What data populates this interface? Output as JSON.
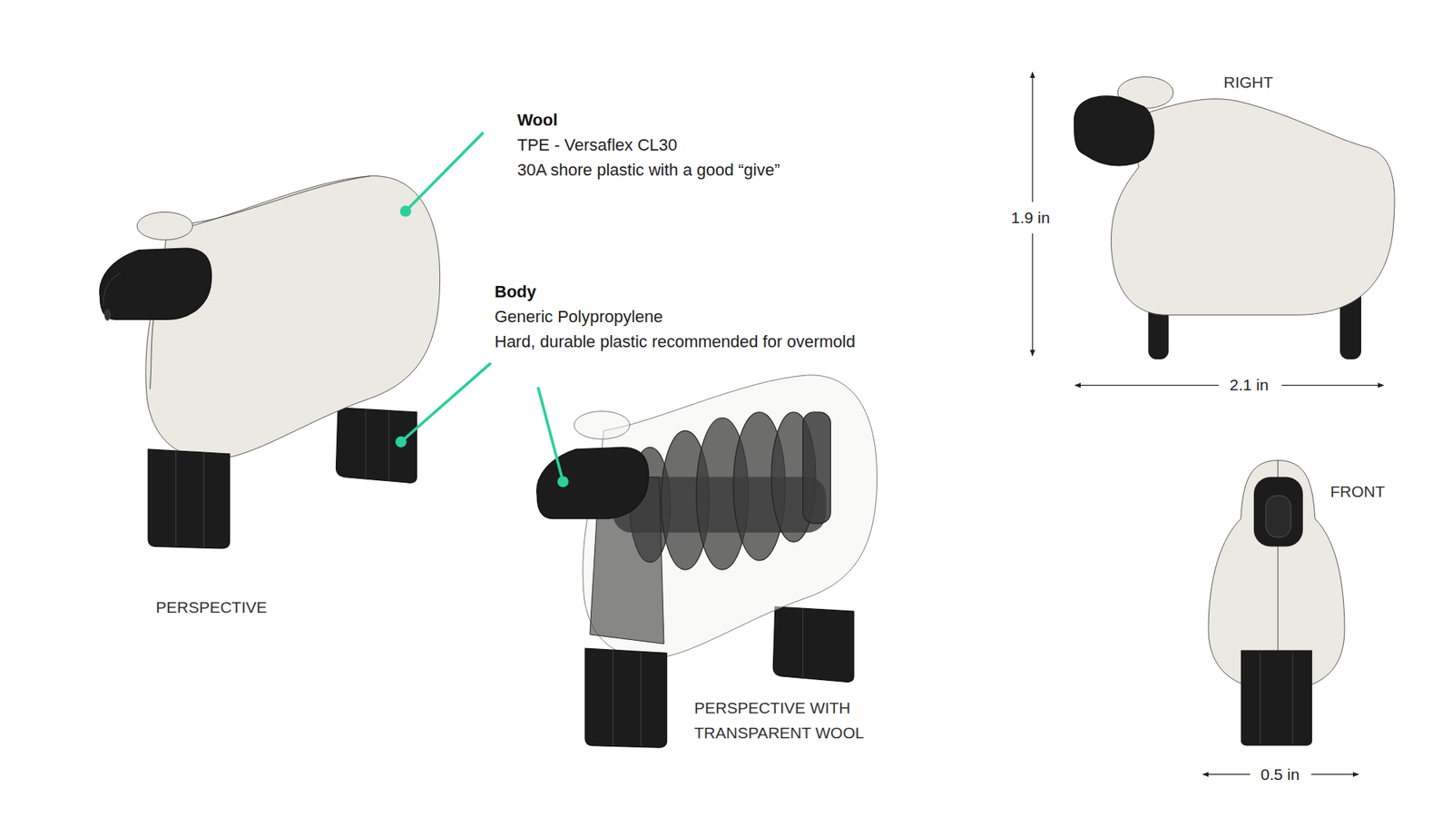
{
  "diagram": {
    "labels": [
      "Wool",
      "TPE - Versaflex CL30",
      "30A shore plastic with a good “give”",
      "Body",
      "Generic Polypropylene",
      "Hard, durable plastic recommended for overmold",
      "PERSPECTIVE",
      "PERSPECTIVE WITH TRANSPARENT WOOL",
      "RIGHT",
      "1.9 in",
      "2.1 in",
      "FRONT",
      "0.5 in"
    ]
  }
}
